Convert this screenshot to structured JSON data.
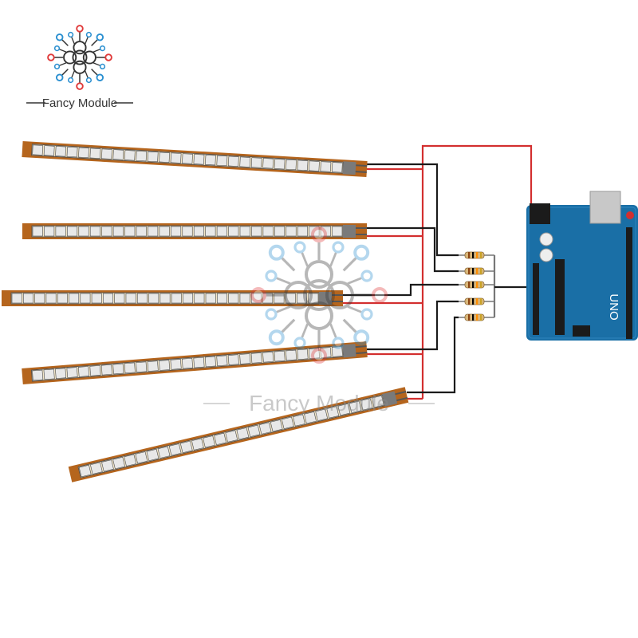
{
  "brand": {
    "name": "Fancy Module",
    "dash": "—",
    "watermark": "Fancy Module"
  },
  "board": {
    "label": "UNO",
    "colors": {
      "pcb": "#1a6fa6",
      "pcb_dark": "#0f4f7a",
      "header": "#1b1b1b",
      "usb": "#c8c8c8"
    }
  },
  "sensors": {
    "count": 5,
    "segments": [
      27,
      27,
      27,
      27,
      27
    ],
    "colors": {
      "base": "#b5651d",
      "strip": "#f2e6c8",
      "cell": "#e8e8e8",
      "cell_border": "#4a4a4a"
    }
  },
  "wires": {
    "colors": {
      "power": "#d32f2f",
      "signal": "#1b1b1b",
      "resistor_lead": "#777777"
    }
  },
  "resistors": {
    "count": 5,
    "bands": [
      "#8b4513",
      "#000000",
      "#ff8c00",
      "#c9a227"
    ]
  },
  "logo": {
    "colors": {
      "red": "#e03a3a",
      "blue": "#2a8fd0",
      "dark": "#333333"
    }
  }
}
